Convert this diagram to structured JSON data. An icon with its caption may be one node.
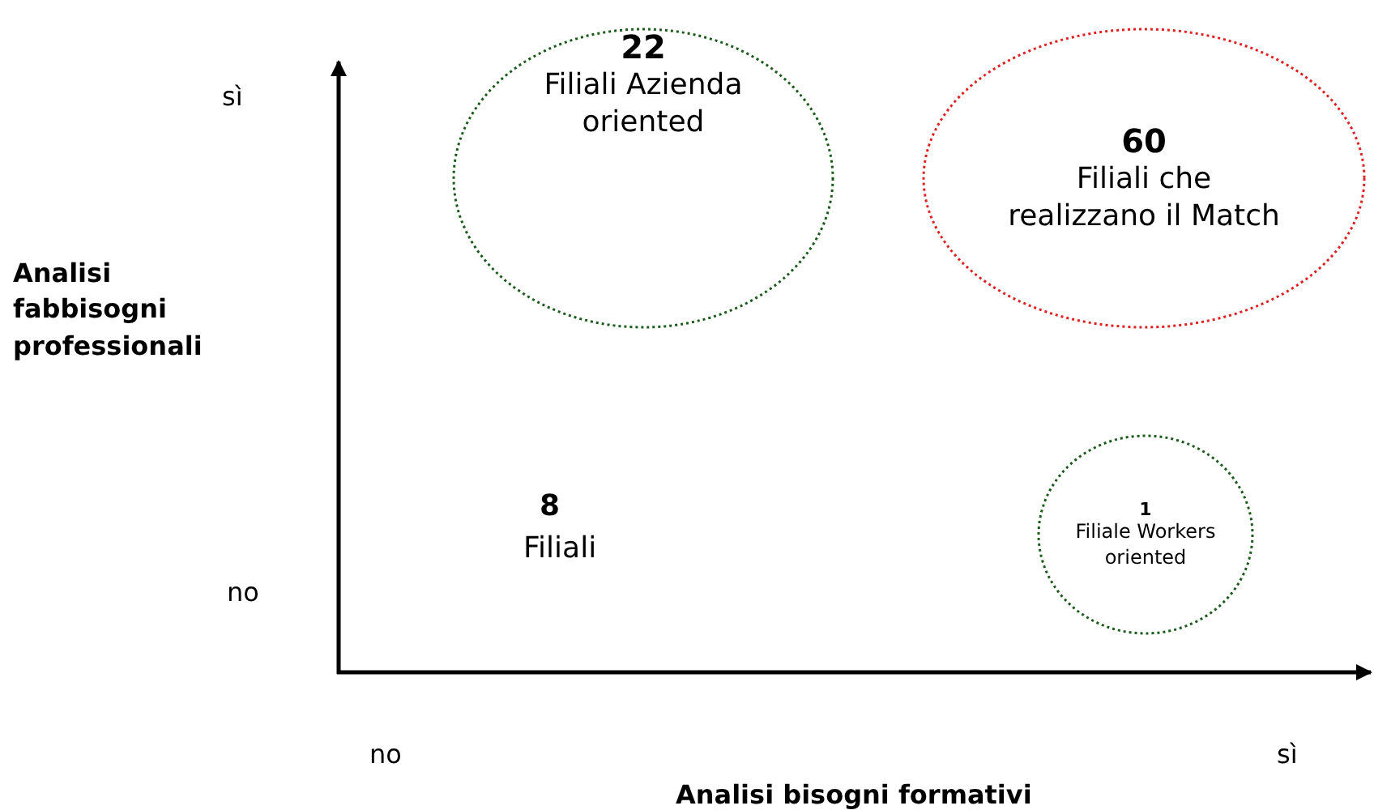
{
  "diagram": {
    "nodes": [
      {
        "text": [
          "22",
          "Filiali Azienda oriented"
        ]
      },
      {
        "text": [
          "60",
          "Filiali che realizzano il Match"
        ]
      },
      {
        "text": [
          "1",
          "Filiale Workers oriented"
        ]
      }
    ],
    "labels": [
      "sì",
      "Analisi fabbisogni professionali",
      "8",
      "Filiali",
      "no",
      "no",
      "sì",
      "Analisi bisogni formativi"
    ]
  }
}
